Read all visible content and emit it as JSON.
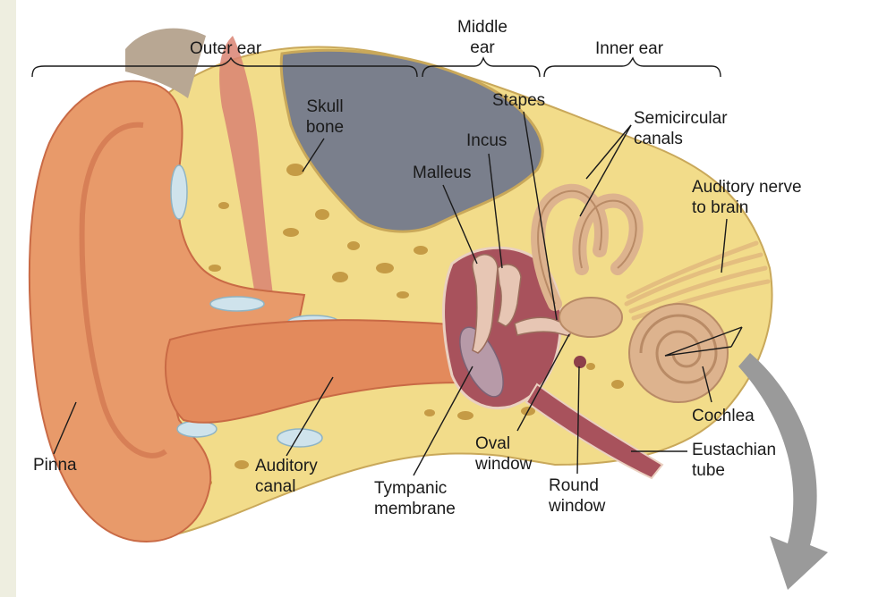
{
  "colors": {
    "margin_strip": "#eeeee0",
    "skin": "#e89a6a",
    "skin_dark": "#c96a45",
    "bone": "#f2dc8a",
    "bone_pores": "#b7862f",
    "cavity": "#a8525c",
    "skull_gray": "#7a7f8c",
    "cartilage": "#e8a28a",
    "inner_ear": "#ddb38e",
    "nerve": "#e4be7f",
    "membrane": "#b79aa8",
    "arrow": "#9a9a9a",
    "line": "#1a1a1a"
  },
  "labels": {
    "outer_ear": "Outer ear",
    "middle_ear": [
      "Middle",
      "ear"
    ],
    "inner_ear": "Inner ear",
    "skull_bone": [
      "Skull",
      "bone"
    ],
    "stapes": "Stapes",
    "incus": "Incus",
    "malleus": "Malleus",
    "semicircular_canals": [
      "Semicircular",
      "canals"
    ],
    "auditory_nerve": [
      "Auditory nerve",
      "to brain"
    ],
    "cochlea": "Cochlea",
    "eustachian_tube": [
      "Eustachian",
      "tube"
    ],
    "pinna": "Pinna",
    "auditory_canal": [
      "Auditory",
      "canal"
    ],
    "tympanic_membrane": [
      "Tympanic",
      "membrane"
    ],
    "oval_window": [
      "Oval",
      "window"
    ],
    "round_window": [
      "Round",
      "window"
    ]
  }
}
